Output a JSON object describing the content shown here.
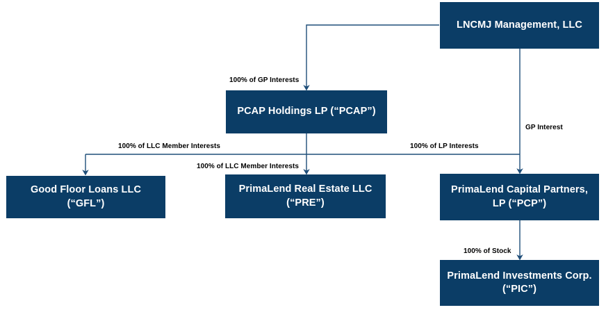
{
  "diagram": {
    "title": "LNCMJ Management organizational ownership structure",
    "accent_color": "#0B3D66",
    "line_color": "#1F4E79",
    "label_color": "#000000",
    "background_color": "#FFFFFF"
  },
  "nodes": {
    "lncmj": {
      "label": "LNCMJ Management, LLC"
    },
    "pcap": {
      "label": "PCAP Holdings LP (“PCAP”)"
    },
    "gfl": {
      "label": "Good Floor Loans LLC (“GFL”)"
    },
    "pre": {
      "label": "PrimaLend Real Estate LLC (“PRE”)"
    },
    "pcp": {
      "label": "PrimaLend Capital Partners, LP (“PCP”)"
    },
    "pic": {
      "label": "PrimaLend Investments Corp. (“PIC”)"
    }
  },
  "edge_labels": {
    "gp_interests": "100% of GP Interests",
    "llc_member_interests_gfl": "100% of LLC Member Interests",
    "llc_member_interests_pre": "100% of LLC Member Interests",
    "lp_interests": "100% of LP Interests",
    "gp_interest": "GP Interest",
    "stock": "100% of Stock"
  }
}
